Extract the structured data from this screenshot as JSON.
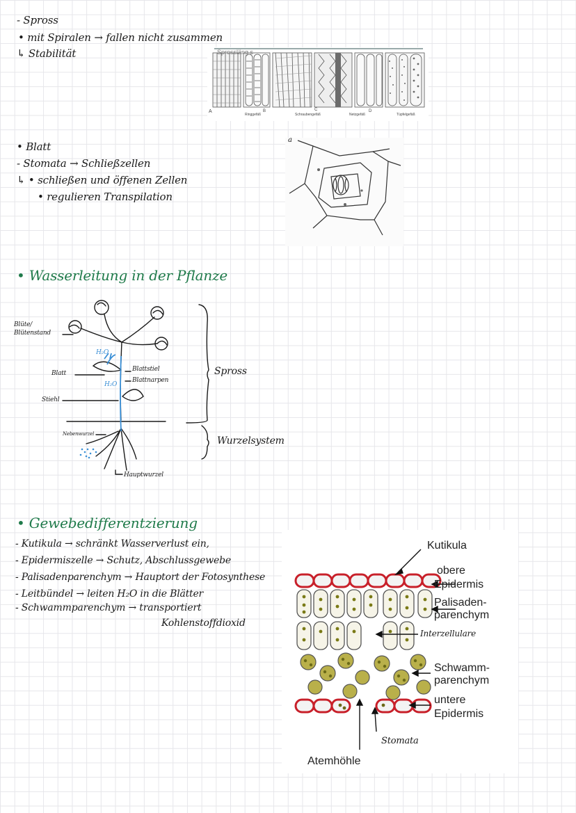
{
  "section_spross": {
    "title": "- Spross",
    "line1": "• mit Spiralen → fallen nicht zusammen",
    "line2": "↳ Stabilität",
    "figure": {
      "title": "Sprossläng s",
      "letters": [
        "A",
        "B",
        "C",
        "D"
      ],
      "captions": [
        "Ringgefäß",
        "Schraubengefäß",
        "Netzgefäß",
        "Tüpfelgefäß"
      ]
    }
  },
  "section_blatt": {
    "title": "• Blatt",
    "line1": "- Stomata → Schließzellen",
    "line2": "↳ • schließen und öffenen Zellen",
    "line3": "• regulieren Transpilation",
    "figure_label": "a"
  },
  "section_wasser": {
    "heading": "• Wasserleitung in der Pflanze",
    "labels": {
      "bluete": "Blüte/",
      "bluete2": "Blütenstand",
      "blatt": "Blatt",
      "stiel": "Stiehl",
      "blattstiel": "Blattstiel",
      "blattnarben": "Blattnarpen",
      "seitenwurzel": "Nebenwurzel",
      "hauptwurzel": "Hauptwurzel",
      "h2o_top": "H₂O",
      "h2o_mid": "H₂O",
      "spross": "Spross",
      "wurzelsystem": "Wurzelsystem"
    }
  },
  "section_gewebe": {
    "heading": "• Gewebedifferentzierung",
    "items": [
      "- Kutikula → schränkt Wasserverlust ein,",
      "- Epidermiszelle → Schutz, Abschlussgewebe",
      "- Palisadenparenchym → Hauptort der Fotosynthese",
      "- Leitbündel → leiten H₂O in die Blätter",
      "- Schwammparenchym → transportiert"
    ],
    "item5_cont": "Kohlenstoffdioxid",
    "diagram": {
      "kutikula": "Kutikula",
      "obere1": "obere",
      "obere2": "Epidermis",
      "palisaden1": "Palisaden-",
      "palisaden2": "parenchym",
      "interzellulare": "Interzellulare",
      "schwamm1": "Schwamm-",
      "schwamm2": "parenchym",
      "untere1": "untere",
      "untere2": "Epidermis",
      "stomata": "Stomata",
      "atemhoehle": "Atemhöhle"
    }
  }
}
